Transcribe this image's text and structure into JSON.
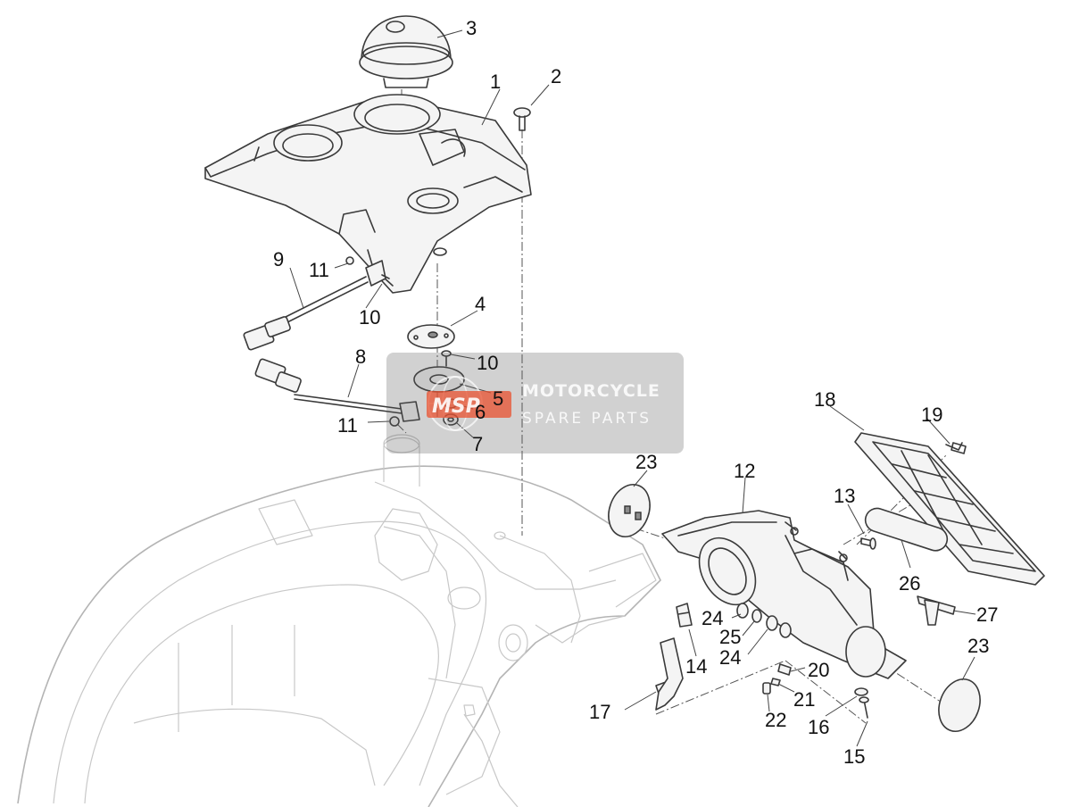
{
  "watermark": {
    "logo_text": "MSP",
    "line1": "MOTORCYCLE",
    "line2": "SPARE PARTS",
    "accent_color": "#e8502f"
  },
  "callouts": [
    "1",
    "2",
    "3",
    "4",
    "5",
    "6",
    "7",
    "8",
    "9",
    "10",
    "10",
    "11",
    "11",
    "12",
    "13",
    "14",
    "15",
    "16",
    "17",
    "18",
    "19",
    "20",
    "21",
    "22",
    "23",
    "23",
    "24",
    "24",
    "25",
    "26",
    "27"
  ]
}
